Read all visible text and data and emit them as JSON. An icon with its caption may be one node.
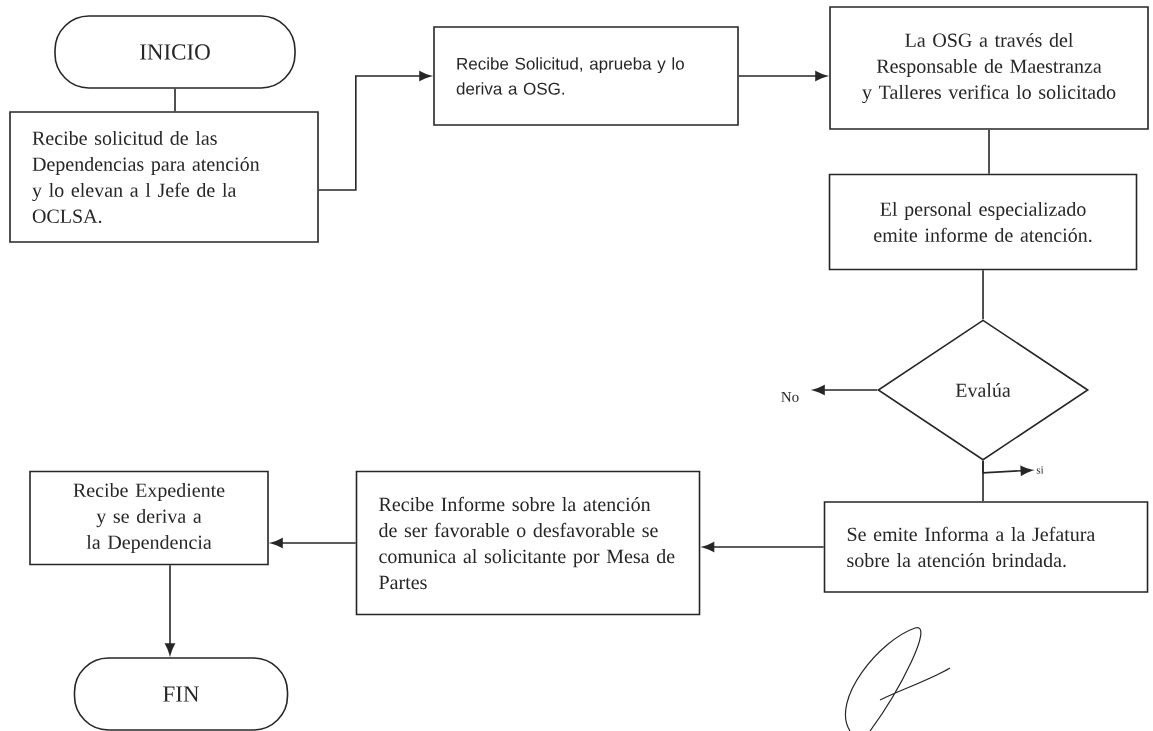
{
  "diagram": {
    "nodes": [
      {
        "text": [
          "INICIO"
        ]
      },
      {
        "text": [
          "Recibe solicitud de las Dependencias para atención y lo elevan a l Jefe de la OCLSA."
        ]
      },
      {
        "text": [
          "Recibe Solicitud, aprueba y lo deriva a OSG."
        ]
      },
      {
        "text": [
          "La OSG a través del Responsable de Maestranza y Talleres verifica lo solicitado"
        ]
      },
      {
        "text": [
          "El personal especializado emite informe de atención."
        ]
      },
      {
        "text": [
          "Evalúa"
        ]
      },
      {
        "text": [
          "No"
        ]
      },
      {
        "text": [
          "si"
        ]
      },
      {
        "text": [
          "Se emite Informa a la Jefatura sobre la atención brindada."
        ]
      },
      {
        "text": [
          "Recibe Informe sobre la atención de ser favorable o desfavorable se comunica al solicitante por Mesa de Partes"
        ]
      },
      {
        "text": [
          "Recibe Expediente y se deriva a la Dependencia"
        ]
      },
      {
        "text": [
          "FIN"
        ]
      }
    ],
    "edges": [
      {
        "from": 0,
        "to": 1,
        "arrow": "none"
      },
      {
        "from": 1,
        "to": 2,
        "arrow": "to"
      },
      {
        "from": 2,
        "to": 3,
        "arrow": "to"
      },
      {
        "from": 3,
        "to": 4,
        "arrow": "none"
      },
      {
        "from": 4,
        "to": 5,
        "arrow": "none"
      },
      {
        "from": 5,
        "to": 6,
        "arrow": "to"
      },
      {
        "from": 5,
        "to": 7,
        "arrow": "to"
      },
      {
        "from": 5,
        "to": 8,
        "arrow": "none"
      },
      {
        "from": 8,
        "to": 9,
        "arrow": "to"
      },
      {
        "from": 9,
        "to": 10,
        "arrow": "to"
      },
      {
        "from": 10,
        "to": 11,
        "arrow": "to"
      }
    ]
  }
}
